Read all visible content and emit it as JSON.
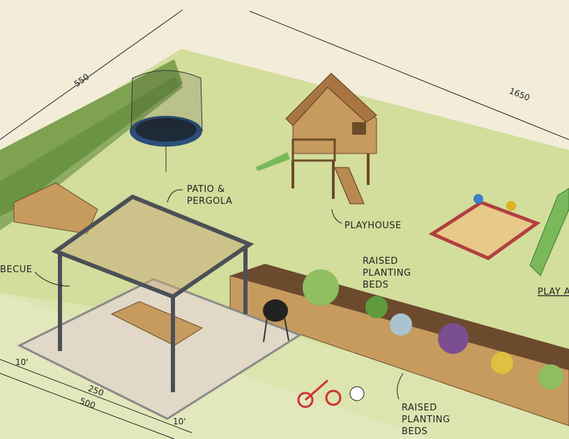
{
  "plan": {
    "labels": {
      "patio_line1": "PATIO &",
      "patio_line2": "PERGOLA",
      "playhouse": "PLAYHOUSE",
      "raised_beds_top_line1": "RAISED",
      "raised_beds_top_line2": "PLANTING",
      "raised_beds_top_line3": "BEDS",
      "raised_beds_bottom_line1": "RAISED",
      "raised_beds_bottom_line2": "PLANTING",
      "raised_beds_bottom_line3": "BEDS",
      "barbecue": "BECUE",
      "play_area": "PLAY A"
    },
    "dimensions": {
      "left_side": "550",
      "back_side": "1650",
      "patio_inner": "250",
      "patio_total": "500",
      "offset_left": "10'",
      "offset_right": "10'"
    },
    "colors": {
      "paper": "#f3ecd9",
      "lawn": "#cfdc95",
      "hedge": "#7ea24f",
      "wood": "#c79a5e",
      "pergola": "#5b6066",
      "patio": "#e2d8c8",
      "slide": "#79b95a"
    }
  }
}
